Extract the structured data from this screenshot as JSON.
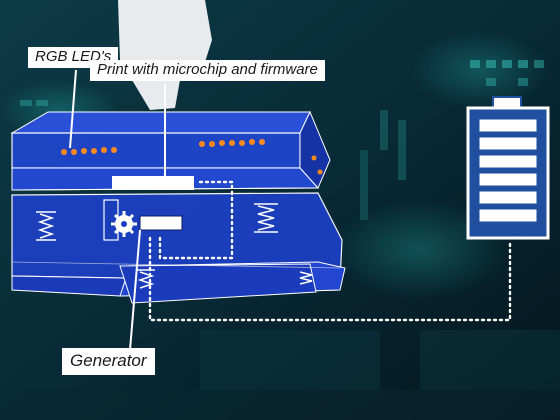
{
  "labels": {
    "rgb_leds": "RGB LED's",
    "print": "Print with microchip and firmware",
    "generator": "Generator"
  },
  "colors": {
    "background": "#07202b",
    "device_blue": "#1e44c8",
    "outline": "#ffffff",
    "led": "#ff8a1e",
    "battery_blue": "#1f4f9e"
  },
  "battery": {
    "segments": 6,
    "charge_fraction": 1.0
  },
  "icons": [
    "battery-icon",
    "spring-icon",
    "gear-icon",
    "led-icon"
  ]
}
